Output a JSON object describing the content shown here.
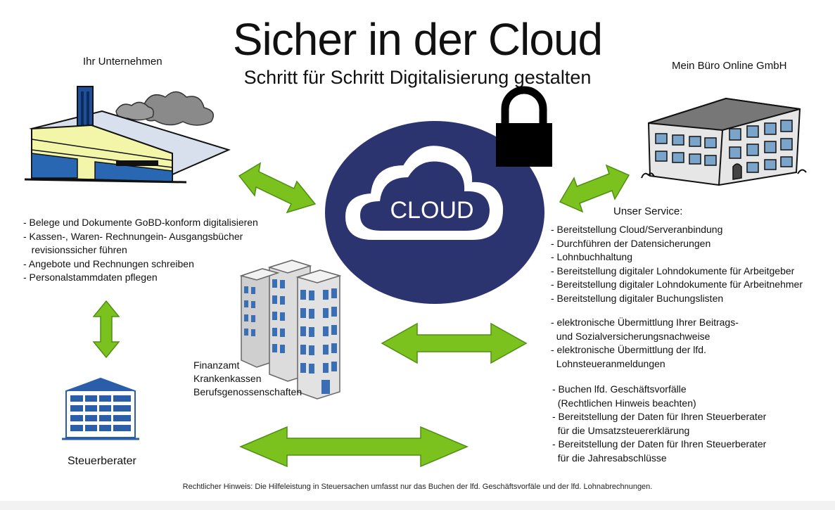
{
  "title": "Sicher in der Cloud",
  "subtitle": "Schritt für Schritt Digitalisierung gestalten",
  "left_company": {
    "heading": "Ihr Unternehmen",
    "items": [
      "- Belege und Dokumente GoBD-konform digitalisieren",
      "- Kassen-, Waren-   Rechnungein- Ausgangsbücher",
      "   revisionssicher führen",
      "- Angebote und Rechnungen schreiben",
      "- Personalstammdaten pflegen"
    ]
  },
  "right_company": {
    "heading": "Mein Büro Online GmbH",
    "service_heading": "Unser Service:",
    "group1": [
      "- Bereitstellung Cloud/Serveranbindung",
      "- Durchführen der Datensicherungen",
      "- Lohnbuchhaltung",
      "- Bereitstellung digitaler Lohndokumente für Arbeitgeber",
      "- Bereitstellung digitaler Lohndokumente für Arbeitnehmer",
      "- Bereitstellung digitaler Buchungslisten"
    ],
    "group2": [
      "- elektronische Übermittlung Ihrer Beitrags-",
      "  und Sozialversicherungsnachweise",
      "- elektronische Übermittlung der lfd.",
      "  Lohnsteueranmeldungen"
    ],
    "group3": [
      "- Buchen lfd. Geschäftsvorfälle",
      "  (Rechtlichen Hinweis beachten)",
      "- Bereitstellung der Daten für Ihren Steuerberater",
      "  für die Umsatzsteuererklärung",
      "- Bereitstellung der Daten für Ihren Steuerberater",
      "  für die Jahresabschlüsse"
    ]
  },
  "cloud": {
    "label": "CLOUD"
  },
  "authorities": [
    "Finanzamt",
    "Krankenkassen",
    "Berufsgenossenschaften"
  ],
  "tax_advisor": "Steuerberater",
  "footnote": "Rechtlicher Hinweis: Die Hilfeleistung in Steuersachen umfasst nur das Buchen der lfd. Geschäftsvorfäle und der lfd. Lohnabrechnungen.",
  "colors": {
    "arrow_green": "#7cc21f",
    "arrow_dark": "#4e8f12",
    "cloud_navy": "#2c3470",
    "lock_black": "#000000",
    "building_blue": "#3b6fb5"
  }
}
